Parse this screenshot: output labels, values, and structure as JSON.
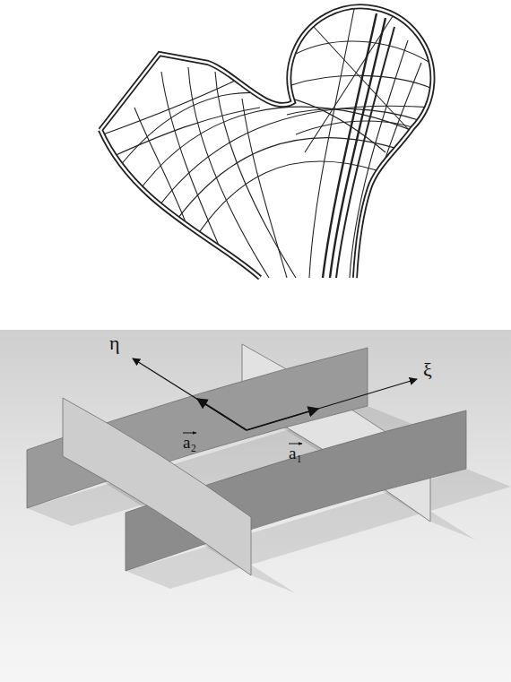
{
  "diagram": {
    "labels": [
      "η",
      "ξ",
      "a₂",
      "a₁"
    ]
  }
}
